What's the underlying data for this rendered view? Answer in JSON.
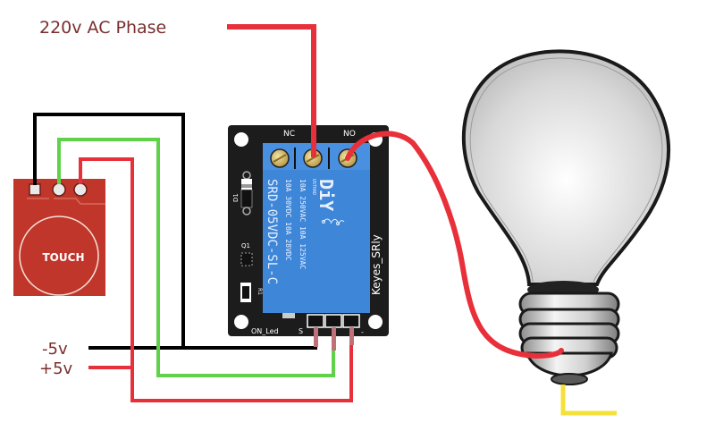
{
  "title": "Touch sensor relay light bulb wiring",
  "labels": {
    "ac_phase": "220v AC Phase",
    "neg_5v": "-5v",
    "pos_5v": "+5v"
  },
  "touch_sensor": {
    "label": "TOUCH"
  },
  "relay_module": {
    "nc_label": "NC",
    "no_label": "NO",
    "diode_label": "D1",
    "transistor_label": "Q1",
    "resistor_label": "R1",
    "led_label": "ON_Led",
    "pin_s_label": "S",
    "pin_minus_label": "-",
    "model": "SRD-05VDC-SL-C",
    "rating_1": "10A 250VAC  10A 125VAC",
    "rating_2": "10A  30VDC  10A  28VDC",
    "brand_small": "USTHAD",
    "brand_big": "DiY",
    "board_name": "Keyes_SRly"
  },
  "colors": {
    "wire_red": "#e8303a",
    "wire_green": "#5fd24a",
    "wire_black": "#000000",
    "wire_yellow": "#f5e03a",
    "relay_blue": "#3d86d8",
    "board_black": "#1c1c1c",
    "touch_red": "#c0362b",
    "label_brown": "#7a2e2e"
  }
}
